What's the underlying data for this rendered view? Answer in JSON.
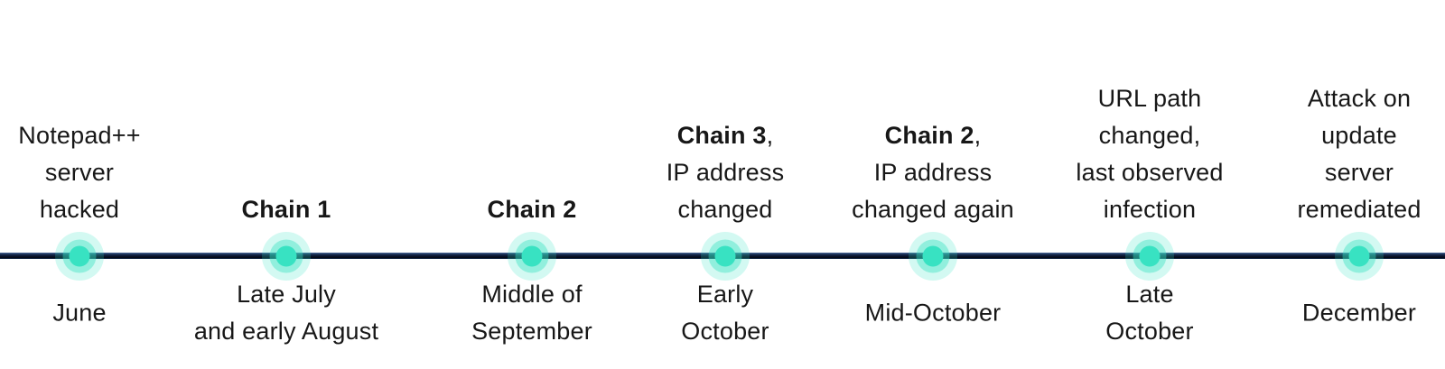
{
  "page": {
    "background_color": "#ffffff",
    "text_color": "#171717"
  },
  "timeline": {
    "accent_color": "#38e2c2",
    "line_color": "#0a1630",
    "nodes": [
      {
        "title_bold": "",
        "title_rest": "Notepad++\nserver\nhacked",
        "date": "June"
      },
      {
        "title_bold": "Chain 1",
        "title_rest": "",
        "date": "Late July\nand early August"
      },
      {
        "title_bold": "Chain 2",
        "title_rest": "",
        "date": "Middle of\nSeptember"
      },
      {
        "title_bold": "Chain 3",
        "title_rest": ",\nIP address\nchanged",
        "date": "Early\nOctober"
      },
      {
        "title_bold": "Chain 2",
        "title_rest": ",\nIP address\nchanged again",
        "date": "Mid-October"
      },
      {
        "title_bold": "",
        "title_rest": "URL path\nchanged,\nlast observed\ninfection",
        "date": "Late\nOctober"
      },
      {
        "title_bold": "",
        "title_rest": "Attack on\nupdate\nserver\nremediated",
        "date": "December"
      }
    ]
  }
}
